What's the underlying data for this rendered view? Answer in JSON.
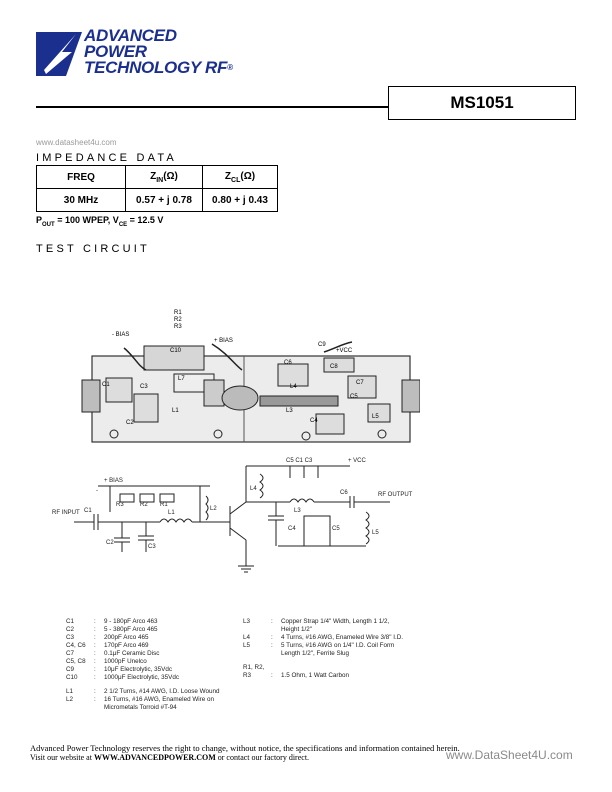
{
  "header": {
    "logo_line1": "ADVANCED",
    "logo_line2": "POWER",
    "logo_line3": "TECHNOLOGY RF",
    "logo_reg": "®",
    "part_number": "MS1051",
    "watermark_top": "www.datasheet4u.com"
  },
  "impedance": {
    "title": "IMPEDANCE DATA",
    "headers": [
      "FREQ",
      "Z",
      "IN",
      "(Ω)",
      "Z",
      "CL",
      "(Ω)"
    ],
    "row": [
      "30 MHz",
      "0.57 + j 0.78",
      "0.80 + j 0.43"
    ],
    "condition": {
      "p": "P",
      "p_sub": "OUT",
      "p_val": " = 100 WPEP, V",
      "v_sub": "CE",
      "v_val": " = 12.5 V"
    }
  },
  "test_circuit": {
    "title": "TEST CIRCUIT",
    "photo_labels": [
      "R1",
      "R2",
      "R3",
      "- BIAS",
      "+ BIAS",
      "C10",
      "C9",
      "+VCC",
      "C6",
      "C8",
      "C7",
      "C1",
      "C3",
      "L7",
      "L4",
      "C5",
      "L1",
      "C2",
      "L3",
      "C4",
      "L5"
    ],
    "schematic_labels": [
      "+ BIAS",
      "- ",
      "R3",
      "R2",
      "R1",
      "L2",
      "RF INPUT",
      "C1",
      "C2",
      "C3",
      "L1",
      "C5 C1 C3",
      "+ VCC",
      "L4",
      "C6",
      "L3",
      "RF OUTPUT",
      "C4",
      "C5",
      "L5"
    ]
  },
  "parts_left": [
    [
      "C1",
      ":",
      "9 - 180pF Arco 463"
    ],
    [
      "C2",
      ":",
      "5 - 380pF Arco 465"
    ],
    [
      "C3",
      ":",
      "200pF Arco 465"
    ],
    [
      "C4, C6",
      ":",
      "170pF Arco 469"
    ],
    [
      "C7",
      ":",
      "0.1μF Ceramic Disc"
    ],
    [
      "C5, C8",
      ":",
      "1000pF Unelco"
    ],
    [
      "C9",
      ":",
      "10μF Electrolytic, 35Vdc"
    ],
    [
      "C10",
      ":",
      "1000μF Electrolytic, 35Vdc"
    ],
    [
      "",
      "",
      ""
    ],
    [
      "L1",
      ":",
      "2 1/2 Turns, #14 AWG,    I.D. Loose Wound"
    ],
    [
      "L2",
      ":",
      "16 Turns, #16 AWG, Enameled Wire on"
    ],
    [
      "",
      "",
      "Micrometals Torroid #T-94"
    ]
  ],
  "parts_right": [
    [
      "L3",
      ":",
      "Copper Strap 1/4\" Width, Length 1 1/2,"
    ],
    [
      "",
      "",
      "Height 1/2\""
    ],
    [
      "L4",
      ":",
      "4 Turns, #16 AWG, Enameled Wire 3/8\" I.D."
    ],
    [
      "L5",
      ":",
      "5 Turns, #16 AWG on 1/4\" I.D. Coil Form"
    ],
    [
      "",
      "",
      "Length 1/2\", Ferrite Slug"
    ],
    [
      "",
      "",
      ""
    ],
    [
      "R1, R2,",
      "",
      ""
    ],
    [
      "R3",
      ":",
      "1.5 Ohm, 1 Watt Carbon"
    ]
  ],
  "footer": {
    "line1": "Advanced Power Technology reserves the right to change, without notice, the specifications and information contained herein.",
    "line2_pre": "Visit our website at ",
    "line2_url": "WWW.ADVANCEDPOWER.COM",
    "line2_post": " or contact our factory direct.",
    "watermark": "www.DataSheet4U.com"
  }
}
